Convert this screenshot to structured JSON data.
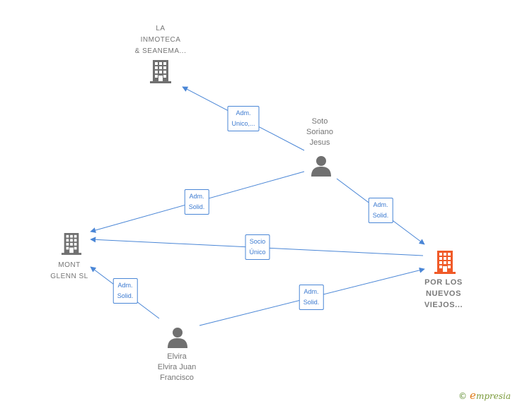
{
  "nodes": {
    "la_inmoteca": {
      "label_lines": [
        "LA",
        "INMOTECA",
        "& SEANEMA..."
      ],
      "kind": "company"
    },
    "soto": {
      "label_lines": [
        "Soto",
        "Soriano",
        "Jesus"
      ],
      "kind": "person"
    },
    "mont_glenn": {
      "label_lines": [
        "MONT",
        "GLENN  SL"
      ],
      "kind": "company"
    },
    "por_los": {
      "label_lines": [
        "POR LOS",
        "NUEVOS",
        "VIEJOS..."
      ],
      "kind": "company-focus"
    },
    "elvira": {
      "label_lines": [
        "Elvira",
        "Elvira Juan",
        "Francisco"
      ],
      "kind": "person"
    }
  },
  "edges": [
    {
      "from": "soto",
      "to": "la_inmoteca",
      "label_lines": [
        "Adm.",
        "Unico,..."
      ]
    },
    {
      "from": "soto",
      "to": "mont_glenn",
      "label_lines": [
        "Adm.",
        "Solid."
      ]
    },
    {
      "from": "soto",
      "to": "por_los",
      "label_lines": [
        "Adm.",
        "Solid."
      ]
    },
    {
      "from": "por_los",
      "to": "mont_glenn",
      "label_lines": [
        "Socio",
        "Único"
      ]
    },
    {
      "from": "elvira",
      "to": "mont_glenn",
      "label_lines": [
        "Adm.",
        "Solid."
      ]
    },
    {
      "from": "elvira",
      "to": "por_los",
      "label_lines": [
        "Adm.",
        "Solid."
      ]
    }
  ],
  "colors": {
    "edge": "#4a86d6",
    "icon_gray": "#707070",
    "icon_focus": "#f05a28",
    "label_gray": "#757575"
  },
  "brand": {
    "copyright": "©",
    "name": "mpresia",
    "initial": "e"
  }
}
